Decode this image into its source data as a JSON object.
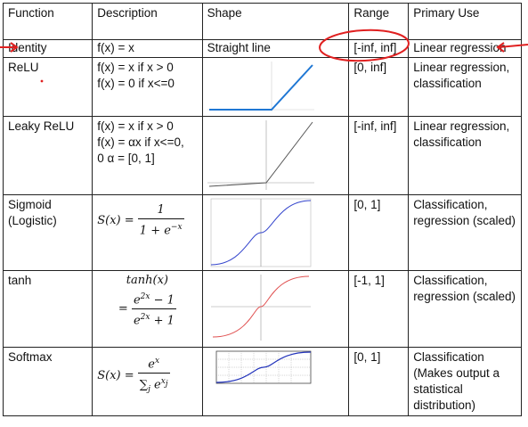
{
  "headers": {
    "function": "Function",
    "description": "Description",
    "shape": "Shape",
    "range": "Range",
    "use": "Primary Use"
  },
  "rows": {
    "identity": {
      "name": "Identity",
      "desc": "f(x) = x",
      "shape": "Straight line",
      "range": "[-inf, inf]",
      "use": "Linear regression"
    },
    "relu": {
      "name": "ReLU",
      "desc1": "f(x) = x if x > 0",
      "desc2": "f(x) = 0 if x<=0",
      "range": "[0, inf]",
      "use": "Linear regression, classification"
    },
    "leaky": {
      "name": "Leaky ReLU",
      "desc1": "f(x) = x if x > 0",
      "desc2": "f(x) = αx if x<=0,",
      "desc3": "0 α = [0, 1]",
      "range": "[-inf, inf]",
      "use": "Linear regression, classification"
    },
    "sigmoid": {
      "name": "Sigmoid (Logistic)",
      "lhs": "S(x) =",
      "num": "1",
      "den_base": "1 + e",
      "den_exp": "−x",
      "range": "[0, 1]",
      "use": "Classification, regression (scaled)"
    },
    "tanh": {
      "name": "tanh",
      "top": "tanh(x)",
      "eq": "=",
      "num_base": "e",
      "num_exp": "2x",
      "num_rest": " − 1",
      "den_base": "e",
      "den_exp": "2x",
      "den_rest": " + 1",
      "range": "[-1, 1]",
      "use": "Classification, regression (scaled)"
    },
    "softmax": {
      "name": "Softmax",
      "lhs": "S(x) =",
      "num_base": "e",
      "num_exp": "x",
      "den_sum": "∑",
      "den_sub": "j",
      "den_base": " e",
      "den_exp": "x",
      "den_exp_sub": "j",
      "range": "[0, 1]",
      "use": "Classification (Makes output a statistical distribution)"
    }
  },
  "colors": {
    "annotation_red": "#e02020",
    "curve_blue": "#1f77d4",
    "curve_red": "#e05050",
    "curve_gray": "#555555"
  }
}
